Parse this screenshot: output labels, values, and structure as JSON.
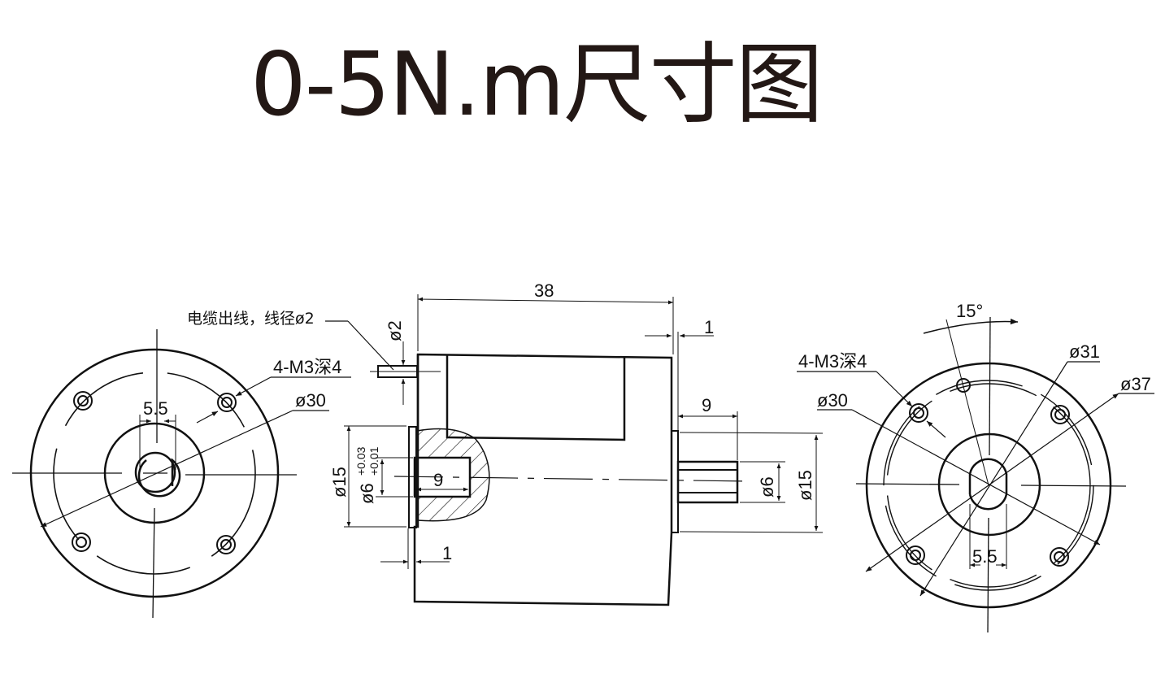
{
  "title": "0-5N.m尺寸图",
  "colors": {
    "title": "#231815",
    "line": "#111111",
    "background": "#ffffff"
  },
  "left_view": {
    "hole_callout": "4-M3深4",
    "diameter": "ø30",
    "shaft_flat": "5.5"
  },
  "side_view": {
    "cable_note": "电缆出线，线径ø2",
    "cable_dia": "ø2",
    "length": "38",
    "flange_gap_right": "1",
    "flange_gap_left": "1",
    "bore_depth": "9",
    "bore_outer": "ø15",
    "bore_dia": "ø6",
    "bore_tol_upper": "+0.03",
    "bore_tol_lower": "+0.01",
    "shaft_length": "9",
    "shaft_dia": "ø6",
    "shaft_boss": "ø15"
  },
  "right_view": {
    "angle": "15°",
    "hole_callout": "4-M3深4",
    "d30": "ø30",
    "d31": "ø31",
    "d37": "ø37",
    "shaft_flat": "5.5"
  }
}
